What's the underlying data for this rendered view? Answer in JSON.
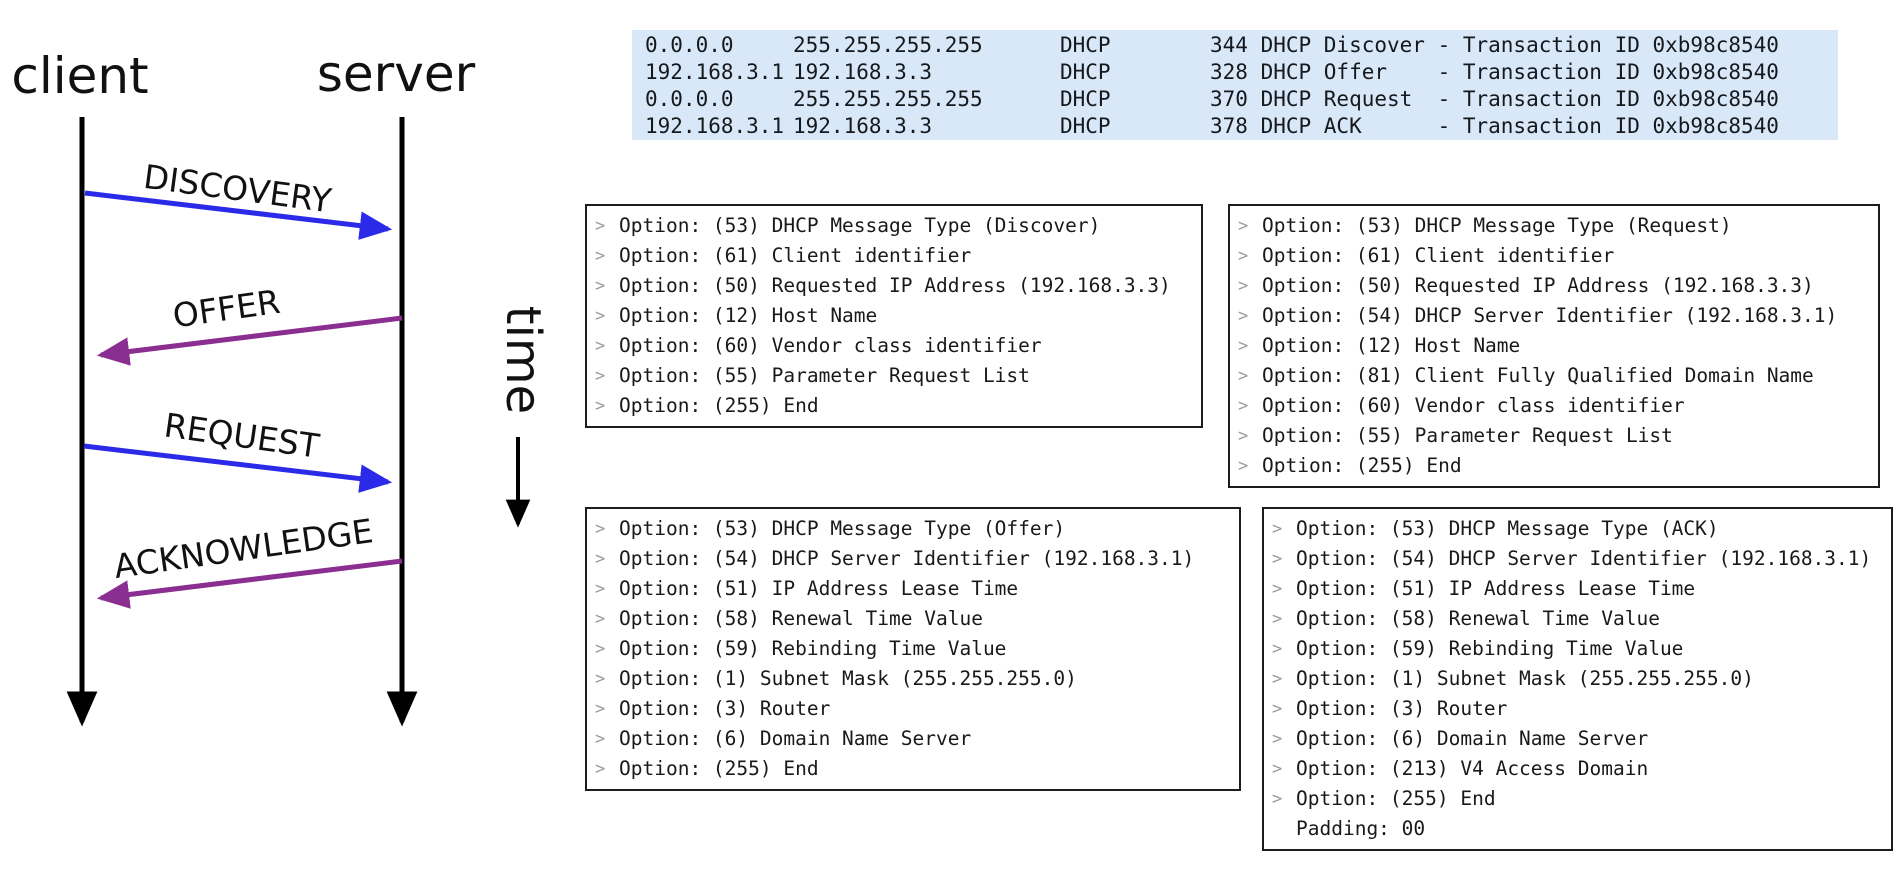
{
  "diagram": {
    "client_label": "client",
    "server_label": "server",
    "time_label": "time",
    "messages": [
      {
        "label": "DISCOVERY",
        "from": "client",
        "to": "server",
        "color": "#2a2ae8"
      },
      {
        "label": "OFFER",
        "from": "server",
        "to": "client",
        "color": "#8b2e91"
      },
      {
        "label": "REQUEST",
        "from": "client",
        "to": "server",
        "color": "#2a2ae8"
      },
      {
        "label": "ACKNOWLEDGE",
        "from": "server",
        "to": "client",
        "color": "#8b2e91"
      }
    ]
  },
  "colors": {
    "request_arrow_blue": "#2a2ae8",
    "reply_arrow_purple": "#8b2e91",
    "lifeline_black": "#000000",
    "packet_row_bg": "#d8e8f8",
    "panel_border": "#1c1c1c",
    "chevron_gray": "#9a9a9a"
  },
  "icons": {
    "chevron": ">"
  },
  "packet_list": {
    "rows": [
      {
        "source": "0.0.0.0",
        "destination": "255.255.255.255",
        "protocol": "DHCP",
        "info": "344 DHCP Discover - Transaction ID 0xb98c8540"
      },
      {
        "source": "192.168.3.1",
        "destination": "192.168.3.3",
        "protocol": "DHCP",
        "info": "328 DHCP Offer    - Transaction ID 0xb98c8540"
      },
      {
        "source": "0.0.0.0",
        "destination": "255.255.255.255",
        "protocol": "DHCP",
        "info": "370 DHCP Request  - Transaction ID 0xb98c8540"
      },
      {
        "source": "192.168.3.1",
        "destination": "192.168.3.3",
        "protocol": "DHCP",
        "info": "378 DHCP ACK      - Transaction ID 0xb98c8540"
      }
    ]
  },
  "option_panels": {
    "discover": {
      "lines": [
        {
          "expandable": true,
          "text": "Option: (53) DHCP Message Type (Discover)"
        },
        {
          "expandable": true,
          "text": "Option: (61) Client identifier"
        },
        {
          "expandable": true,
          "text": "Option: (50) Requested IP Address (192.168.3.3)"
        },
        {
          "expandable": true,
          "text": "Option: (12) Host Name"
        },
        {
          "expandable": true,
          "text": "Option: (60) Vendor class identifier"
        },
        {
          "expandable": true,
          "text": "Option: (55) Parameter Request List"
        },
        {
          "expandable": true,
          "text": "Option: (255) End"
        }
      ]
    },
    "request": {
      "lines": [
        {
          "expandable": true,
          "text": "Option: (53) DHCP Message Type (Request)"
        },
        {
          "expandable": true,
          "text": "Option: (61) Client identifier"
        },
        {
          "expandable": true,
          "text": "Option: (50) Requested IP Address (192.168.3.3)"
        },
        {
          "expandable": true,
          "text": "Option: (54) DHCP Server Identifier (192.168.3.1)"
        },
        {
          "expandable": true,
          "text": "Option: (12) Host Name"
        },
        {
          "expandable": true,
          "text": "Option: (81) Client Fully Qualified Domain Name"
        },
        {
          "expandable": true,
          "text": "Option: (60) Vendor class identifier"
        },
        {
          "expandable": true,
          "text": "Option: (55) Parameter Request List"
        },
        {
          "expandable": true,
          "text": "Option: (255) End"
        }
      ]
    },
    "offer": {
      "lines": [
        {
          "expandable": true,
          "text": "Option: (53) DHCP Message Type (Offer)"
        },
        {
          "expandable": true,
          "text": "Option: (54) DHCP Server Identifier (192.168.3.1)"
        },
        {
          "expandable": true,
          "text": "Option: (51) IP Address Lease Time"
        },
        {
          "expandable": true,
          "text": "Option: (58) Renewal Time Value"
        },
        {
          "expandable": true,
          "text": "Option: (59) Rebinding Time Value"
        },
        {
          "expandable": true,
          "text": "Option: (1) Subnet Mask (255.255.255.0)"
        },
        {
          "expandable": true,
          "text": "Option: (3) Router"
        },
        {
          "expandable": true,
          "text": "Option: (6) Domain Name Server"
        },
        {
          "expandable": true,
          "text": "Option: (255) End"
        }
      ]
    },
    "ack": {
      "lines": [
        {
          "expandable": true,
          "text": "Option: (53) DHCP Message Type (ACK)"
        },
        {
          "expandable": true,
          "text": "Option: (54) DHCP Server Identifier (192.168.3.1)"
        },
        {
          "expandable": true,
          "text": "Option: (51) IP Address Lease Time"
        },
        {
          "expandable": true,
          "text": "Option: (58) Renewal Time Value"
        },
        {
          "expandable": true,
          "text": "Option: (59) Rebinding Time Value"
        },
        {
          "expandable": true,
          "text": "Option: (1) Subnet Mask (255.255.255.0)"
        },
        {
          "expandable": true,
          "text": "Option: (3) Router"
        },
        {
          "expandable": true,
          "text": "Option: (6) Domain Name Server"
        },
        {
          "expandable": true,
          "text": "Option: (213) V4 Access Domain"
        },
        {
          "expandable": true,
          "text": "Option: (255) End"
        },
        {
          "expandable": false,
          "text": "Padding: 00"
        }
      ]
    }
  }
}
